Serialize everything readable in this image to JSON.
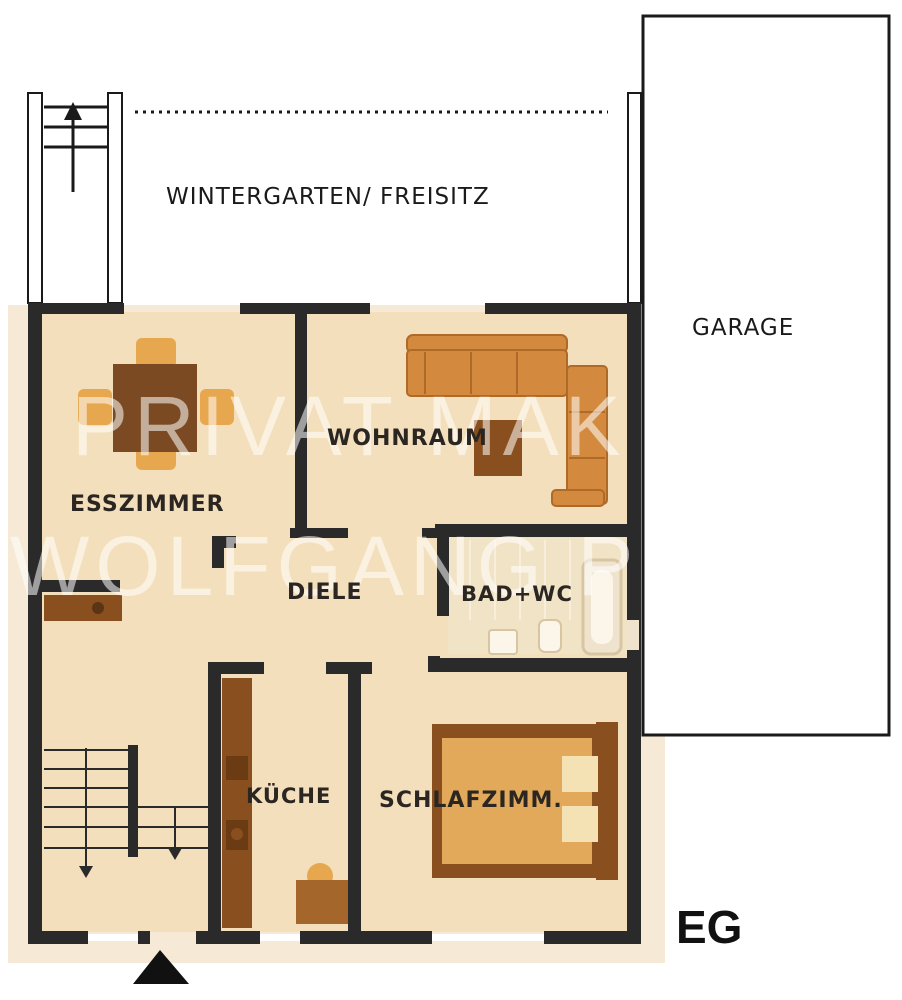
{
  "labels": {
    "wintergarten": "WINTERGARTEN/ FREISITZ",
    "garage": "GARAGE",
    "wohnraum": "WOHNRAUM",
    "esszimmer": "ESSZIMMER",
    "diele": "DIELE",
    "bad_wc": "BAD+WC",
    "kueche": "KÜCHE",
    "schlafzimmer": "SCHLAFZIMM.",
    "floor": "EG"
  },
  "watermark": {
    "line1": "PRIVAT MAK",
    "line2": "WOLFGANG P"
  },
  "colors": {
    "floor": "#f3dfbb",
    "wall": "#2a2a2a",
    "sofa": "#d38a3f",
    "wood": "#8a4f1e",
    "bed": "#e2a95a"
  }
}
